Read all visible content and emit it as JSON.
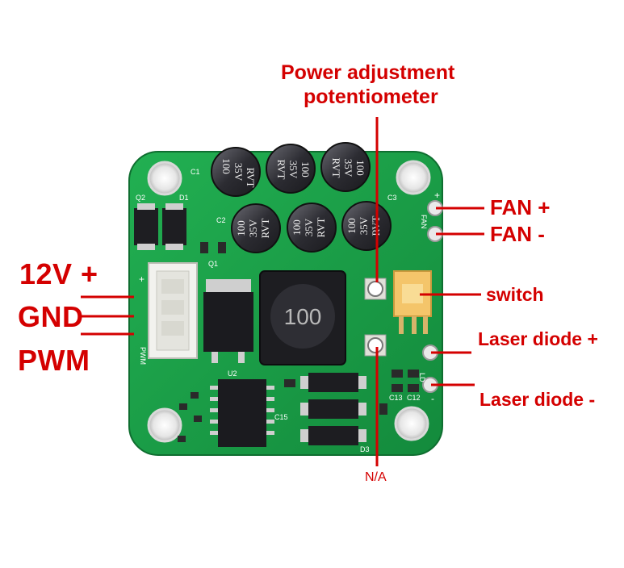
{
  "labels": {
    "power_adjust_line1": "Power adjustment",
    "power_adjust_line2": "potentiometer",
    "fan_plus": "FAN +",
    "fan_minus": "FAN -",
    "switch": "switch",
    "laser_plus": "Laser diode +",
    "laser_minus": "Laser diode -",
    "v12_plus": "12V +",
    "gnd": "GND",
    "pwm": "PWM",
    "na": "N/A"
  },
  "board": {
    "capacitor_text": [
      "100",
      "35V",
      "RVT"
    ],
    "inductor_text": "100",
    "silkscreen": {
      "c1": "C1",
      "c2": "C2",
      "c3": "C3",
      "q1": "Q1",
      "q2": "Q2",
      "d1": "D1",
      "u2": "U2",
      "c15": "C15",
      "d3": "D3",
      "c12": "C12",
      "c13": "C13",
      "ld": "LD",
      "fan": "FAN",
      "pwm": "PWM",
      "plus": "+",
      "minus": "-"
    }
  },
  "colors": {
    "label_red": "#d40000",
    "pcb_green": "#1a9e4a",
    "capacitor_body": "#2a2a2e",
    "connector_white": "#f2f2ee",
    "connector_orange": "#f4c56a"
  }
}
